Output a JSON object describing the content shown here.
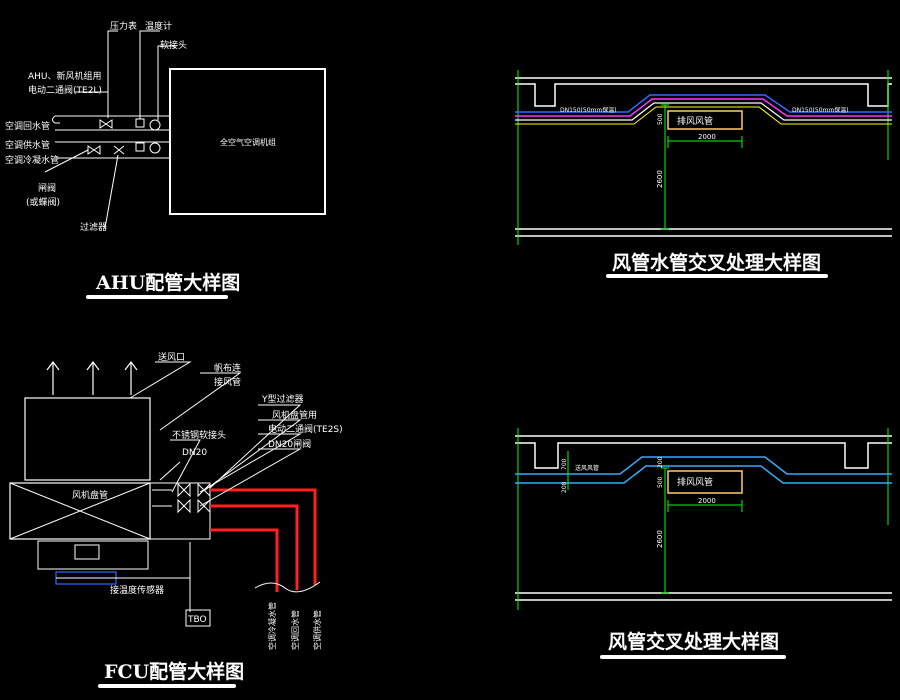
{
  "ahu": {
    "title": "AHU配管大样图",
    "unit_label": "全空气空调机组",
    "labels": {
      "pressure_gauge": "压力表",
      "thermometer": "温度计",
      "soft_joint": "软接头",
      "valve_note_1": "AHU、新风机组用",
      "valve_note_2": "电动二通阀(TE2L)",
      "return_pipe": "空调回水管",
      "supply_pipe": "空调供水管",
      "condensate_pipe": "空调冷凝水管",
      "gate_valve_1": "闸阀",
      "gate_valve_2": "(或蝶阀)",
      "filter": "过滤器"
    }
  },
  "duct_water": {
    "title": "风管水管交叉处理大样图",
    "labels": {
      "left_pipe": "DN150(50mm保温)",
      "right_pipe": "DN150(50mm保温)",
      "exhaust_duct": "排风风管",
      "dim_width": "2000",
      "dim_height": "2600",
      "dim_side": "500"
    }
  },
  "duct_cross": {
    "title": "风管交叉处理大样图",
    "labels": {
      "exhaust_duct": "排风风管",
      "left_duct": "送风风管",
      "dim_width": "2000",
      "dim_height": "2600",
      "dim_side_1": "700",
      "dim_side_2": "200",
      "dim_side_3": "200",
      "dim_side_4": "500"
    }
  },
  "fcu": {
    "title": "FCU配管大样图",
    "unit_label": "风机盘管",
    "tbo": "TBO",
    "labels": {
      "return_grille": "送风口",
      "duct_1": "帆布连",
      "duct_2": "接风管",
      "y_filter": "Y型过滤器",
      "fcu_valve": "风机盘管用",
      "valve_te2s": "电动二通阀(TE2S)",
      "soft_joint": "不锈钢软接头",
      "dn20_a": "DN20",
      "dn20_gate": "DN20闸阀",
      "thermostat": "接温度传感器",
      "pipe_1": "空调冷凝水管",
      "pipe_2": "空调回水管",
      "pipe_3": "空调供水管"
    }
  }
}
